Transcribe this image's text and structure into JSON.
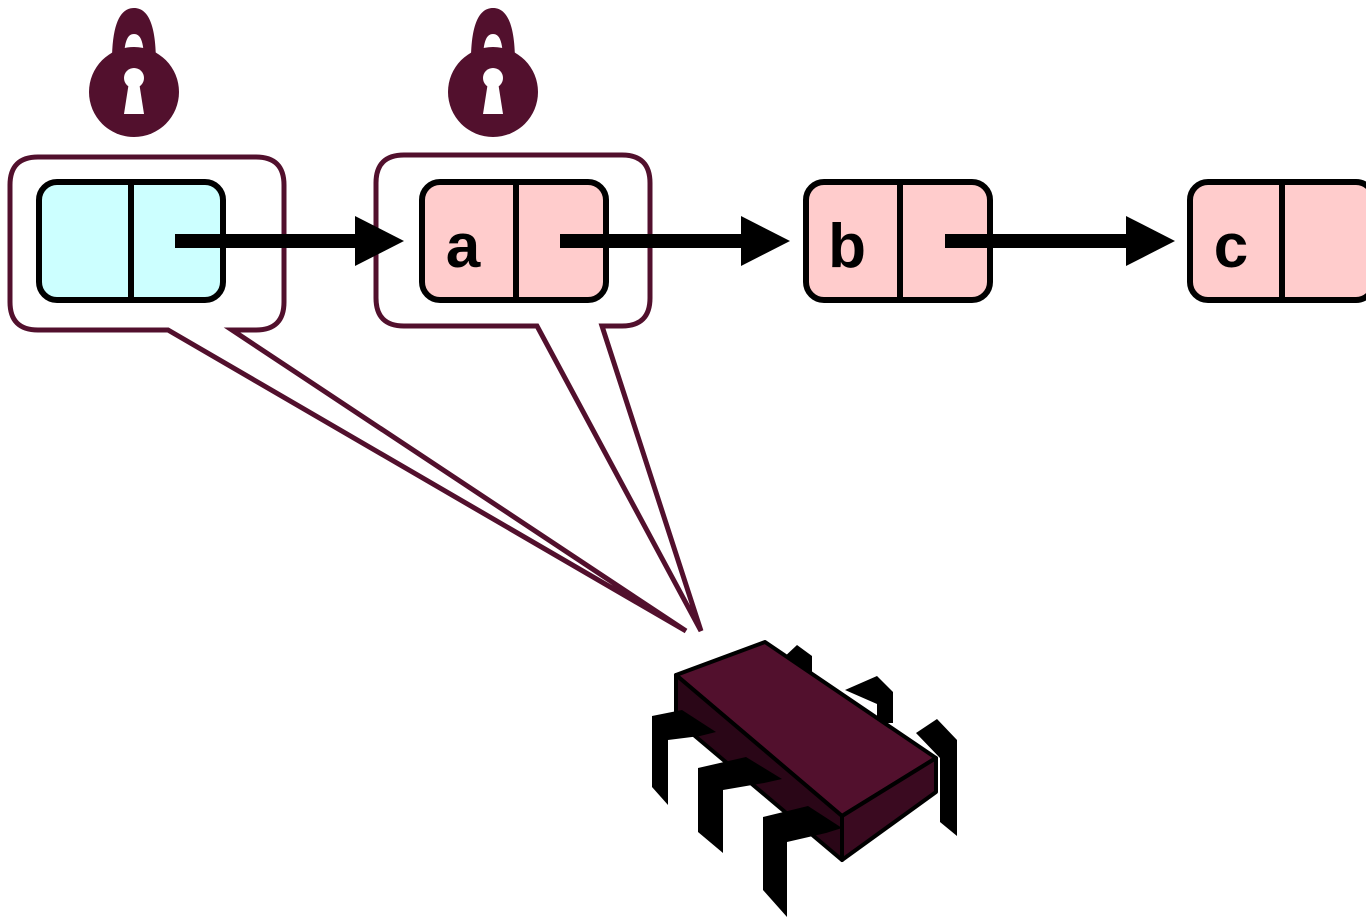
{
  "nodes": [
    {
      "id": "sentinel",
      "label": ""
    },
    {
      "id": "a",
      "label": "a"
    },
    {
      "id": "b",
      "label": "b"
    },
    {
      "id": "c",
      "label": "c"
    }
  ],
  "locks": [
    {
      "target": "sentinel",
      "icon": "padlock-icon"
    },
    {
      "target": "a",
      "icon": "padlock-icon"
    }
  ],
  "processor": {
    "icon": "cpu-chip-icon"
  },
  "colors": {
    "sentinel_fill": "#ccffff",
    "node_fill": "#ffcccc",
    "lock_fill": "#52102d",
    "highlight_stroke": "#52102d",
    "chip_top": "#52102d",
    "chip_side": "#3a0a20",
    "ink": "#000000"
  }
}
